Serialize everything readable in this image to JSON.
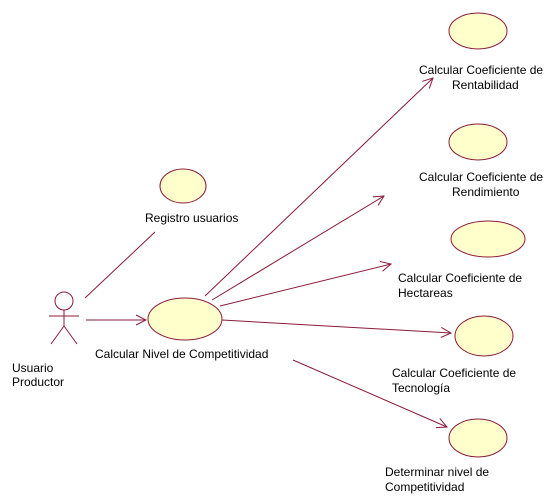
{
  "colors": {
    "ellipse_fill": "#ffffcc",
    "line": "#8b1a3a",
    "text": "#000000"
  },
  "actor": {
    "name_line1": "Usuario",
    "name_line2": "Productor"
  },
  "use_cases": {
    "registro": {
      "label_line1": "Registro usuarios"
    },
    "nivel": {
      "label_line1": "Calcular Nivel de Competitividad"
    },
    "rentabilidad": {
      "label_line1": "Calcular Coeficiente de",
      "label_line2": "Rentabilidad"
    },
    "rendimiento": {
      "label_line1": "Calcular Coeficiente de",
      "label_line2": "Rendimiento"
    },
    "hectareas": {
      "label_line1": "Calcular Coeficiente de",
      "label_line2": "Hectareas"
    },
    "tecnologia": {
      "label_line1": "Calcular Coeficiente de",
      "label_line2": "Tecnología"
    },
    "determinar": {
      "label_line1": "Determinar nivel de",
      "label_line2": "Competitividad"
    }
  }
}
